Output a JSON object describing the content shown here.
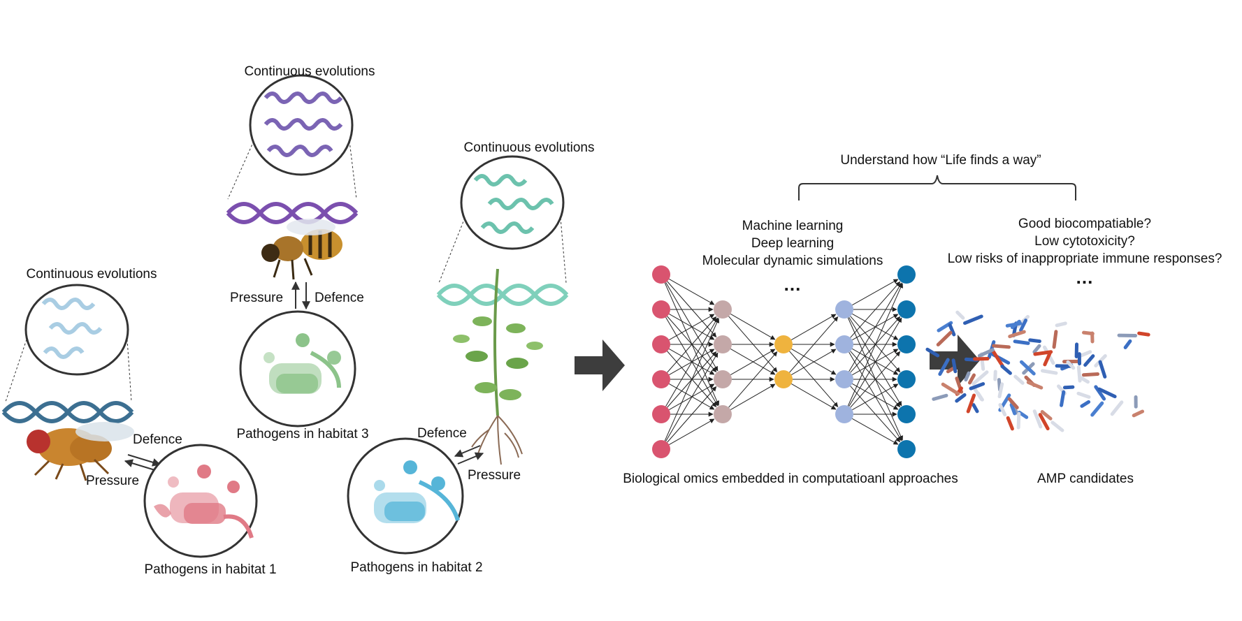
{
  "organisms": {
    "fly": {
      "evolution_label": "Continuous evolutions",
      "habitat_label": "Pathogens in habitat 1",
      "defence_label": "Defence",
      "pressure_label": "Pressure",
      "helix_color": "#a9cde3",
      "dna_color": "#3c6f91",
      "pathogen_color": "#e07a86"
    },
    "bee": {
      "evolution_label": "Continuous evolutions",
      "habitat_label": "Pathogens in habitat 3",
      "pressure_label": "Pressure",
      "defence_label": "Defence",
      "helix_color": "#7b64b4",
      "dna_color": "#7b4fae",
      "pathogen_color": "#8cc38a"
    },
    "plant": {
      "evolution_label": "Continuous evolutions",
      "habitat_label": "Pathogens in habitat 2",
      "defence_label": "Defence",
      "pressure_label": "Pressure",
      "helix_color": "#6cc2ad",
      "dna_color": "#7fd0bb",
      "pathogen_color": "#56b5d8"
    }
  },
  "computation": {
    "bracket_label": "Understand how “Life finds a way”",
    "methods": [
      "Machine learning",
      "Deep learning",
      "Molecular dynamic simulations"
    ],
    "methods_more": "...",
    "caption": "Biological omics embedded in computatioanl approaches",
    "layer_colors": [
      "#d9546f",
      "#c4a8a8",
      "#efb33e",
      "#9fb3de",
      "#0d74ad"
    ]
  },
  "results": {
    "questions": [
      "Good biocompatiable?",
      "Low cytotoxicity?",
      "Low risks of inappropriate immune responses?"
    ],
    "questions_more": "...",
    "caption": "AMP candidates"
  },
  "colors": {
    "arrow": "#3d3d3d",
    "line": "#222222"
  }
}
